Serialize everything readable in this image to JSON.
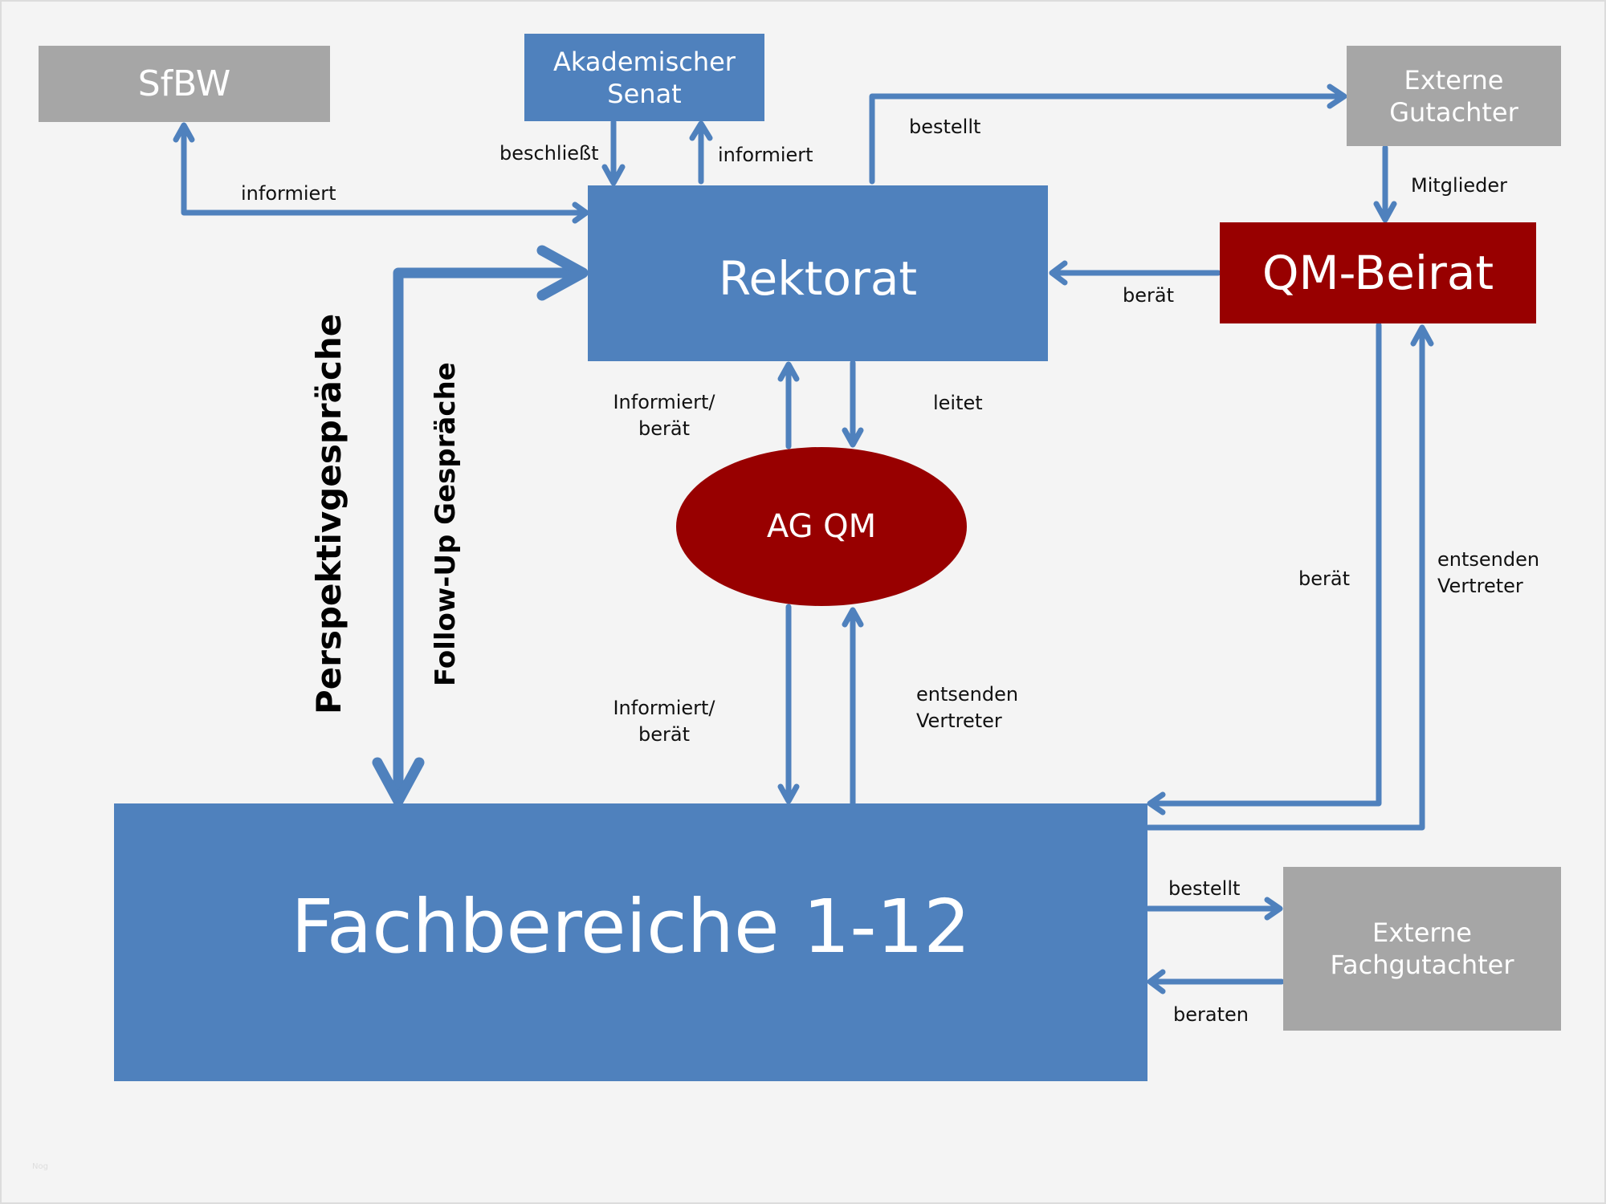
{
  "nodes": {
    "sfbw": "SfBW",
    "senat_line1": "Akademischer",
    "senat_line2": "Senat",
    "externe_gutachter_line1": "Externe",
    "externe_gutachter_line2": "Gutachter",
    "rektorat": "Rektorat",
    "qm_beirat": "QM-Beirat",
    "ag_qm": "AG QM",
    "fachbereiche": "Fachbereiche 1-12",
    "externe_fachgutachter_line1": "Externe",
    "externe_fachgutachter_line2": "Fachgutachter"
  },
  "edge_labels": {
    "sfbw_informiert": "informiert",
    "senat_beschliesst": "beschließt",
    "senat_informiert": "informiert",
    "gutachter_bestellt": "bestellt",
    "mitglieder": "Mitglieder",
    "beirat_beraet_rektorat": "berät",
    "ag_informiert_line1": "Informiert/",
    "ag_informiert_line2": "berät",
    "leitet": "leitet",
    "fb_informiert_line1": "Informiert/",
    "fb_informiert_line2": "berät",
    "fb_entsenden_line1": "entsenden",
    "fb_entsenden_line2": "Vertreter",
    "beirat_beraet_fb": "berät",
    "beirat_entsenden_line1": "entsenden",
    "beirat_entsenden_line2": "Vertreter",
    "fach_bestellt": "bestellt",
    "fach_beraten": "beraten",
    "perspektiv": "Perspektivgespräche",
    "followup": "Follow-Up Gespräche"
  },
  "colors": {
    "blue": "#4f81bd",
    "red": "#980000",
    "gray": "#a6a6a6",
    "background": "#f4f4f4"
  },
  "watermark": "Nog"
}
